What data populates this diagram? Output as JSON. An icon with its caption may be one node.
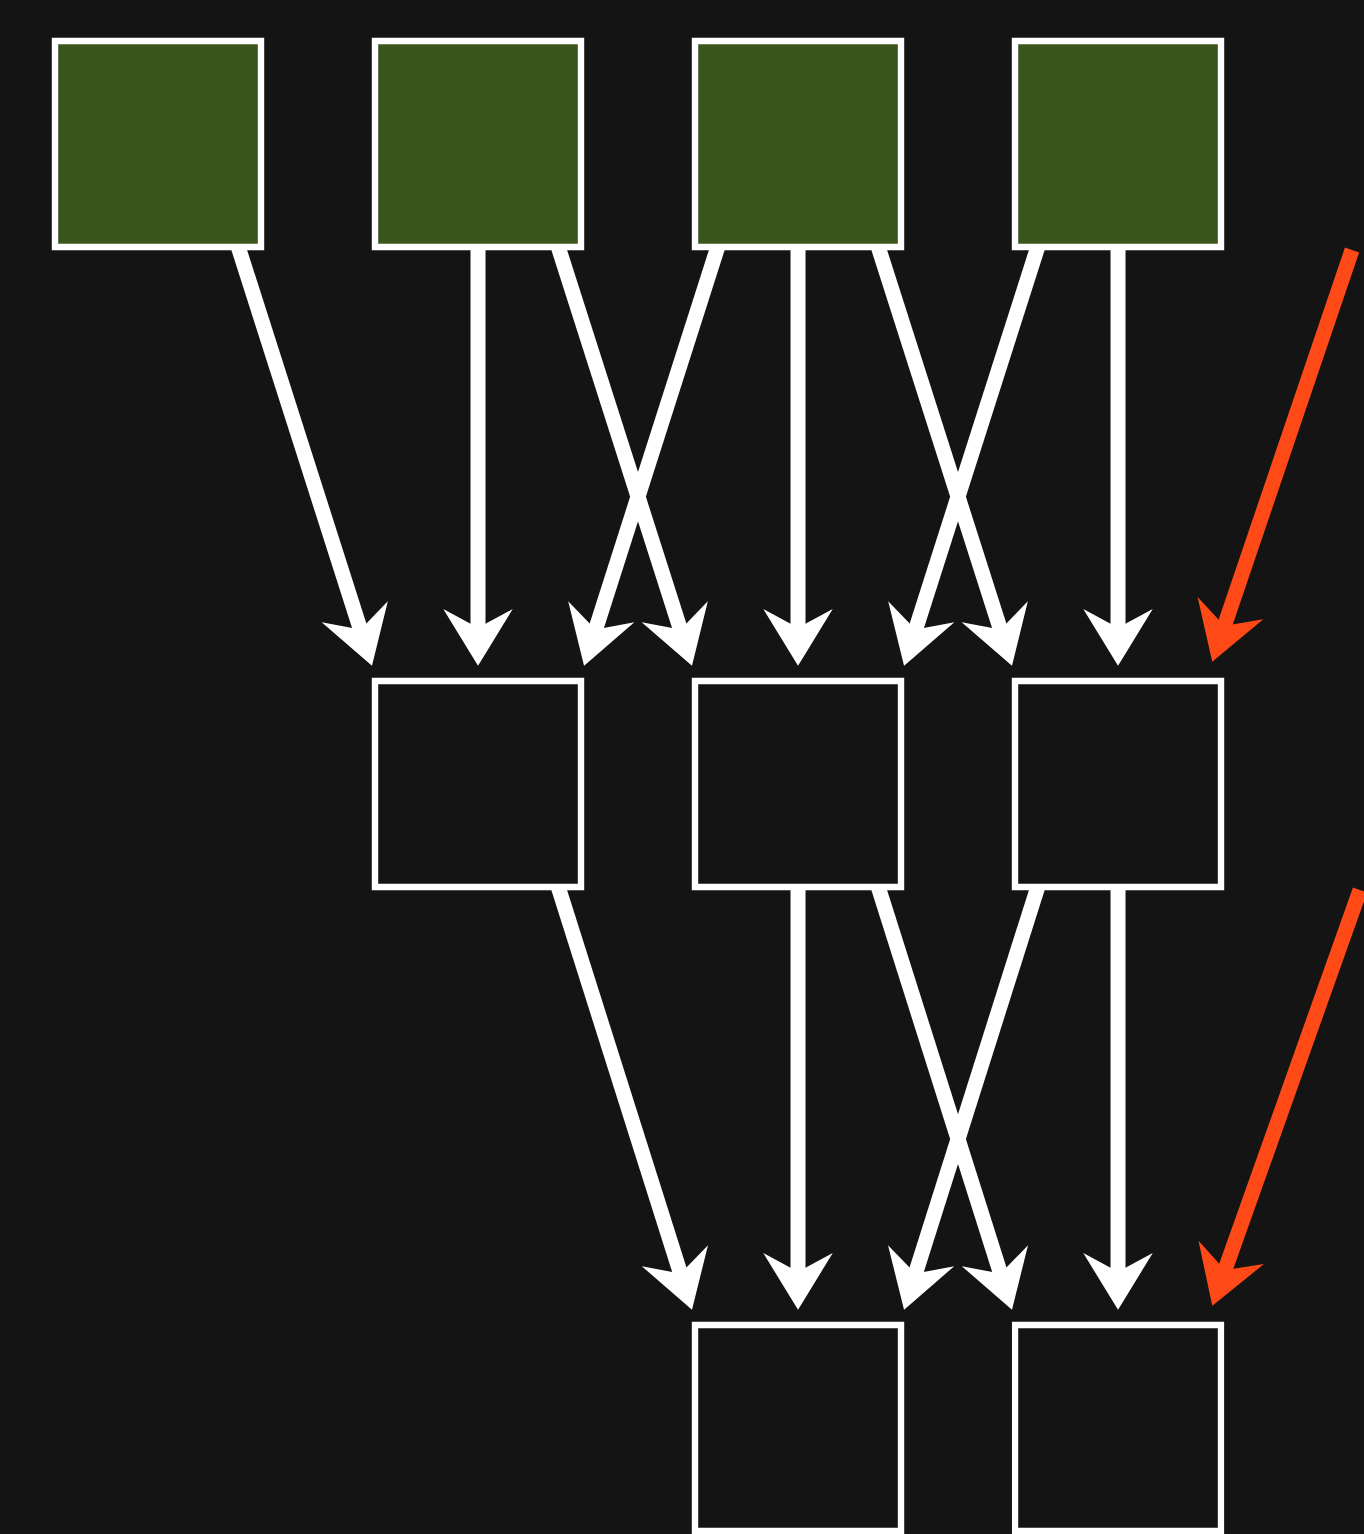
{
  "diagram": {
    "nodes": [
      {
        "text": [],
        "shape": "box"
      },
      {
        "text": [],
        "shape": "box"
      },
      {
        "text": [],
        "shape": "box"
      },
      {
        "text": [],
        "shape": "box"
      },
      {
        "text": [],
        "shape": "box"
      },
      {
        "text": [],
        "shape": "box"
      },
      {
        "text": [],
        "shape": "box"
      },
      {
        "text": [],
        "shape": "box"
      },
      {
        "text": [],
        "shape": "box"
      }
    ],
    "edges": [
      {
        "from": 0,
        "to": 4,
        "arrow": "to"
      },
      {
        "from": 1,
        "to": 4,
        "arrow": "to"
      },
      {
        "from": 2,
        "to": 4,
        "arrow": "to"
      },
      {
        "from": 1,
        "to": 5,
        "arrow": "to"
      },
      {
        "from": 2,
        "to": 5,
        "arrow": "to"
      },
      {
        "from": 3,
        "to": 5,
        "arrow": "to"
      },
      {
        "from": 2,
        "to": 6,
        "arrow": "to"
      },
      {
        "from": 3,
        "to": 6,
        "arrow": "to"
      },
      {
        "from": null,
        "to": 6,
        "arrow": "to",
        "color": "#ff4a17"
      },
      {
        "from": 4,
        "to": 7,
        "arrow": "to"
      },
      {
        "from": 5,
        "to": 7,
        "arrow": "to"
      },
      {
        "from": 6,
        "to": 7,
        "arrow": "to"
      },
      {
        "from": 5,
        "to": 8,
        "arrow": "to"
      },
      {
        "from": 6,
        "to": 8,
        "arrow": "to"
      },
      {
        "from": null,
        "to": 8,
        "arrow": "to",
        "color": "#ff4a17"
      }
    ]
  }
}
